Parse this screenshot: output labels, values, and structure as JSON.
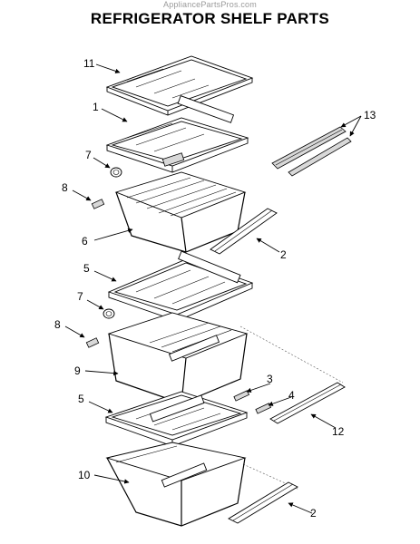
{
  "header": {
    "watermark": "AppliancePartsPros.com",
    "title": "REFRIGERATOR SHELF PARTS"
  },
  "callouts": {
    "c11": "11",
    "c1": "1",
    "c13": "13",
    "c7a": "7",
    "c8a": "8",
    "c6": "6",
    "c2a": "2",
    "c5a": "5",
    "c7b": "7",
    "c8b": "8",
    "c9": "9",
    "c3": "3",
    "c4": "4",
    "c5b": "5",
    "c12": "12",
    "c10": "10",
    "c2b": "2"
  }
}
